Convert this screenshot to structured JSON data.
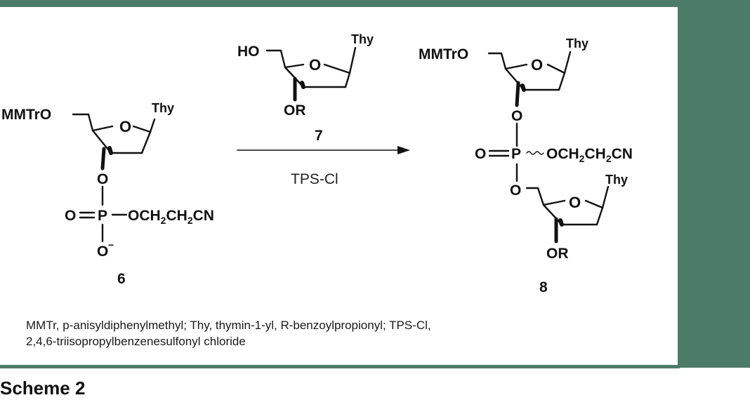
{
  "compound6": {
    "protecting_group": "MMTrO",
    "base": "Thy",
    "ring_oxygen": "O",
    "bridge_oxygen": "O",
    "phosphoryl_oxygen": "O",
    "phosphorus": "P",
    "alkoxy_group": "OCH2CH2CN",
    "anionic_oxygen": "O",
    "charge": "−",
    "number": "6"
  },
  "compound7": {
    "hydroxyl": "HO",
    "base": "Thy",
    "ring_oxygen": "O",
    "ester_group": "OR",
    "number": "7"
  },
  "reaction": {
    "reagent_above": "7",
    "reagent_below": "TPS-Cl"
  },
  "compound8": {
    "protecting_group": "MMTrO",
    "base_top": "Thy",
    "ring_oxygen_top": "O",
    "bridge_oxygen_top": "O",
    "phosphoryl_oxygen": "O",
    "phosphorus": "P",
    "alkoxy_group": "OCH2CH2CN",
    "bridge_oxygen_bottom": "O",
    "base_bottom": "Thy",
    "ring_oxygen_bottom": "O",
    "ester_group": "OR",
    "number": "8"
  },
  "caption": {
    "line1": "MMTr, p-anisyldiphenylmethyl; Thy, thymin-1-yl, R-benzoylpropionyl; TPS-Cl,",
    "line2": "2,4,6-triisopropylbenzenesulfonyl chloride"
  },
  "scheme_title": "Scheme 2",
  "colors": {
    "frame": "#4c7c68",
    "ink": "#111111"
  }
}
